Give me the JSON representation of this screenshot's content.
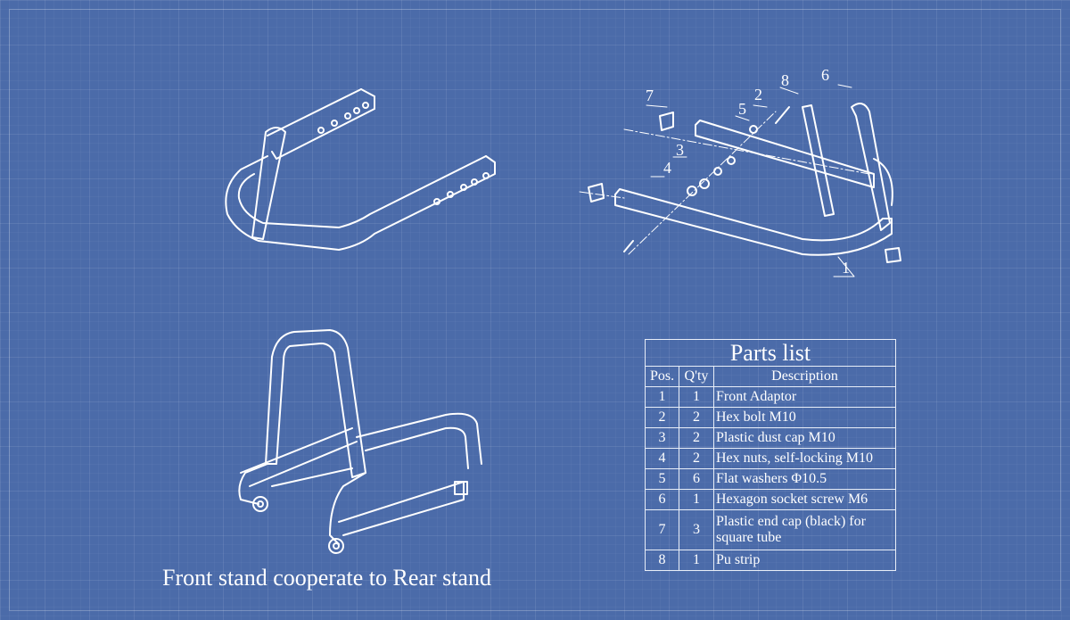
{
  "caption": "Front stand cooperate to Rear stand",
  "callouts": [
    "1",
    "2",
    "3",
    "4",
    "5",
    "6",
    "7",
    "8"
  ],
  "parts_list": {
    "title": "Parts list",
    "headers": [
      "Pos.",
      "Q'ty",
      "Description"
    ],
    "rows": [
      {
        "pos": "1",
        "qty": "1",
        "desc": "Front Adaptor"
      },
      {
        "pos": "2",
        "qty": "2",
        "desc": "Hex bolt M10"
      },
      {
        "pos": "3",
        "qty": "2",
        "desc": "Plastic dust cap M10"
      },
      {
        "pos": "4",
        "qty": "2",
        "desc": "Hex nuts, self-locking M10"
      },
      {
        "pos": "5",
        "qty": "6",
        "desc": "Flat washers Φ10.5"
      },
      {
        "pos": "6",
        "qty": "1",
        "desc": "Hexagon socket screw M6"
      },
      {
        "pos": "7",
        "qty": "3",
        "desc": "Plastic end cap (black) for square tube"
      },
      {
        "pos": "8",
        "qty": "1",
        "desc": "Pu strip"
      }
    ]
  }
}
